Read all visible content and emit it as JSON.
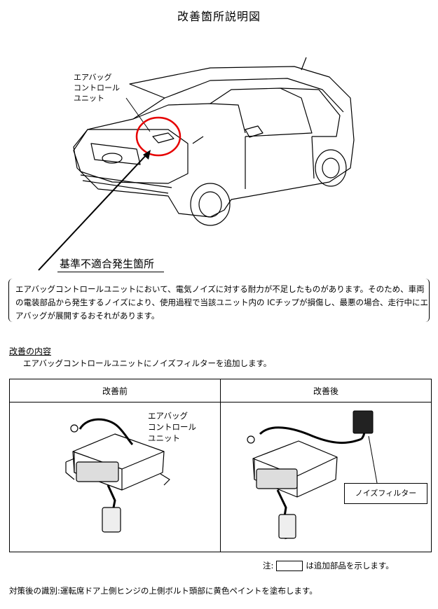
{
  "title": "改善箇所説明図",
  "car_callout": "エアバッグ\nコントロール\nユニット",
  "site_label": "基準不適合発生箇所",
  "description": "エアバッグコントロールユニットにおいて、電気ノイズに対する耐力が不足したものがあります。そのため、車両の電装部品から発生するノイズにより、使用過程で当該ユニット内の ICチップが損傷し、最悪の場合、走行中にエアバッグが展開するおそれがあります。",
  "improvement": {
    "heading": "改善の内容",
    "text": "エアバッグコントロールユニットにノイズフィルターを追加します。"
  },
  "table": {
    "before_header": "改善前",
    "after_header": "改善後",
    "before_callout": "エアバッグ\nコントロール\nユニット",
    "after_callout": "ノイズフィルター"
  },
  "note": {
    "prefix": "注:",
    "suffix": "は追加部品を示します。"
  },
  "footer": "対策後の識別:運転席ドア上側ヒンジの上側ボルト頭部に黄色ペイントを塗布します。",
  "colors": {
    "highlight_circle": "#e60000"
  }
}
